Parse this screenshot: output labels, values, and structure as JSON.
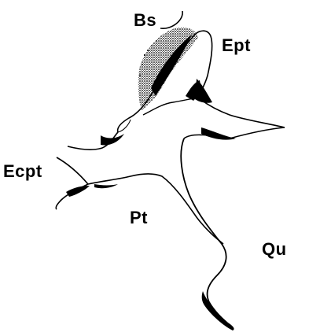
{
  "labels": {
    "bs": "Bs",
    "ept": "Ept",
    "ecpt": "Ecpt",
    "pt": "Pt",
    "qu": "Qu"
  },
  "colors": {
    "ink": "#000000",
    "paper": "#ffffff"
  }
}
